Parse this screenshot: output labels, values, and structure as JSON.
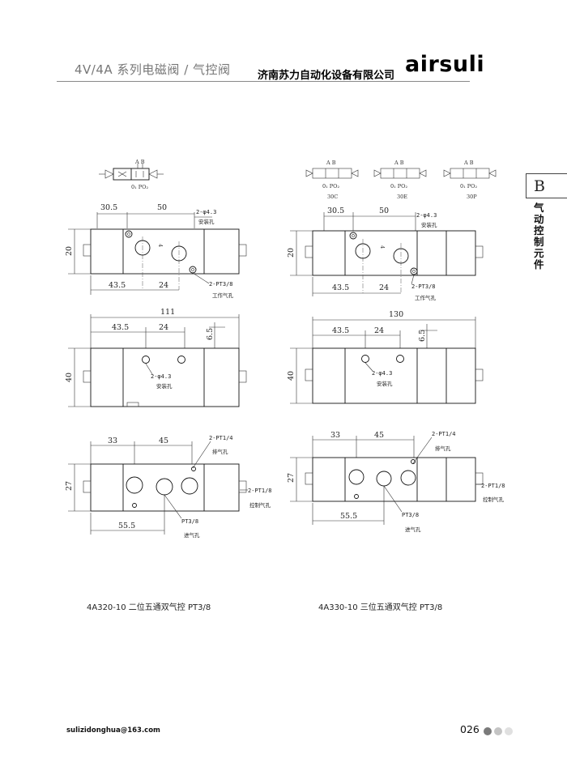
{
  "header": {
    "series_title": "4V/4A 系列电磁阀 / 气控阀",
    "company": "济南苏力自动化设备有限公司",
    "brand": "airsuli"
  },
  "side_tab": {
    "letter": "B",
    "label": "气动控制元件"
  },
  "left_drawing": {
    "symbol_ports": {
      "ab": "A  B",
      "po": "0₁ PO₂"
    },
    "top_view": {
      "d1": "30.5",
      "d2": "50",
      "d3": "43.5",
      "d4": "24",
      "h": "20",
      "hole_note": "2-φ4.3",
      "hole_label": "安装孔",
      "work_note": "2-PT3/8",
      "work_label": "工作气孔",
      "center_mark": "4"
    },
    "mid_view": {
      "width": "111",
      "d1": "43.5",
      "d2": "24",
      "d3": "6.5",
      "h": "40",
      "hole_note": "2-φ4.3",
      "hole_label": "安装孔"
    },
    "bottom_view": {
      "d1": "33",
      "d2": "45",
      "d3": "55.5",
      "h": "27",
      "exhaust_note": "2-PT1/4",
      "exhaust_label": "排气孔",
      "pilot_note": "2-PT1/8",
      "pilot_label": "控制气孔",
      "inlet_note": "PT3/8",
      "inlet_label": "进气孔"
    },
    "caption": "4A320-10 二位五通双气控 PT3/8"
  },
  "right_drawing": {
    "symbols": [
      {
        "ab": "A  B",
        "po": "0₁ PO₂",
        "code": "30C"
      },
      {
        "ab": "A  B",
        "po": "0₁ PO₂",
        "code": "30E"
      },
      {
        "ab": "A  B",
        "po": "0₁ PO₂",
        "code": "30P"
      }
    ],
    "top_view": {
      "d1": "30.5",
      "d2": "50",
      "d3": "43.5",
      "d4": "24",
      "h": "20",
      "hole_note": "2-φ4.3",
      "hole_label": "安装孔",
      "work_note": "2-PT3/8",
      "work_label": "工作气孔",
      "center_mark": "4"
    },
    "mid_view": {
      "width": "130",
      "d1": "43.5",
      "d2": "24",
      "d3": "6.5",
      "h": "40",
      "hole_note": "2-φ4.3",
      "hole_label": "安装孔"
    },
    "bottom_view": {
      "d1": "33",
      "d2": "45",
      "d3": "55.5",
      "h": "27",
      "exhaust_note": "2-PT1/4",
      "exhaust_label": "排气孔",
      "pilot_note": "2-PT1/8",
      "pilot_label": "控制气孔",
      "inlet_note": "PT3/8",
      "inlet_label": "进气孔"
    },
    "caption": "4A330-10 三位五通双气控 PT3/8"
  },
  "footer": {
    "email": "sulizidonghua@163.com",
    "page_number": "026"
  }
}
